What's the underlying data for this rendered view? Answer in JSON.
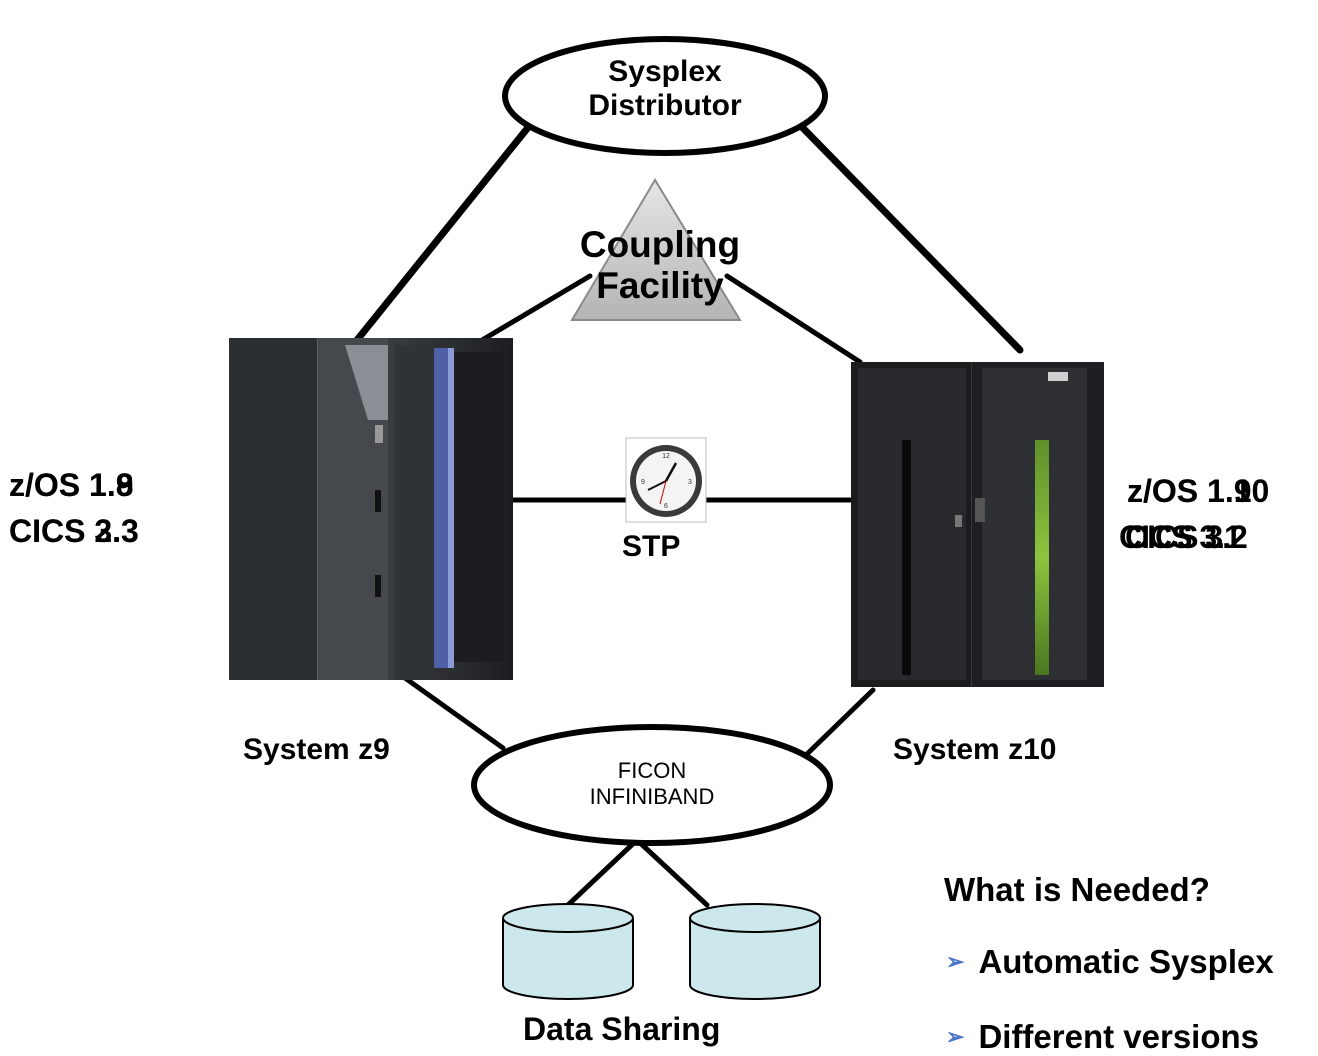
{
  "sysplex_distributor": {
    "line1": "Sysplex",
    "line2": "Distributor"
  },
  "coupling_facility": {
    "line1": "Coupling",
    "line2": "Facility"
  },
  "stp": {
    "label": "STP"
  },
  "left_system": {
    "name": "System z9",
    "os_a": "z/OS 1.8",
    "os_b": "z/OS 1.9",
    "cics_a": "CICS 2.3",
    "cics_b": "CICS 3.3"
  },
  "right_system": {
    "name": "System z10",
    "os_a": "z/OS 1.9",
    "os_b": "z/OS 1.10",
    "cics_a": "CICS 3.2",
    "cics_b": "CICS 3.1"
  },
  "ficon": {
    "line1": "FICON",
    "line2": "INFINIBAND"
  },
  "data_sharing": {
    "label": "Data Sharing"
  },
  "what_needed": {
    "heading": "What is Needed?",
    "bullets": [
      "Automatic Sysplex",
      "Different versions"
    ]
  },
  "colors": {
    "disk_fill": "#cde8ec",
    "triangle_fill": "#c9c9c9",
    "bullet_arrow": "#4a73c9"
  }
}
